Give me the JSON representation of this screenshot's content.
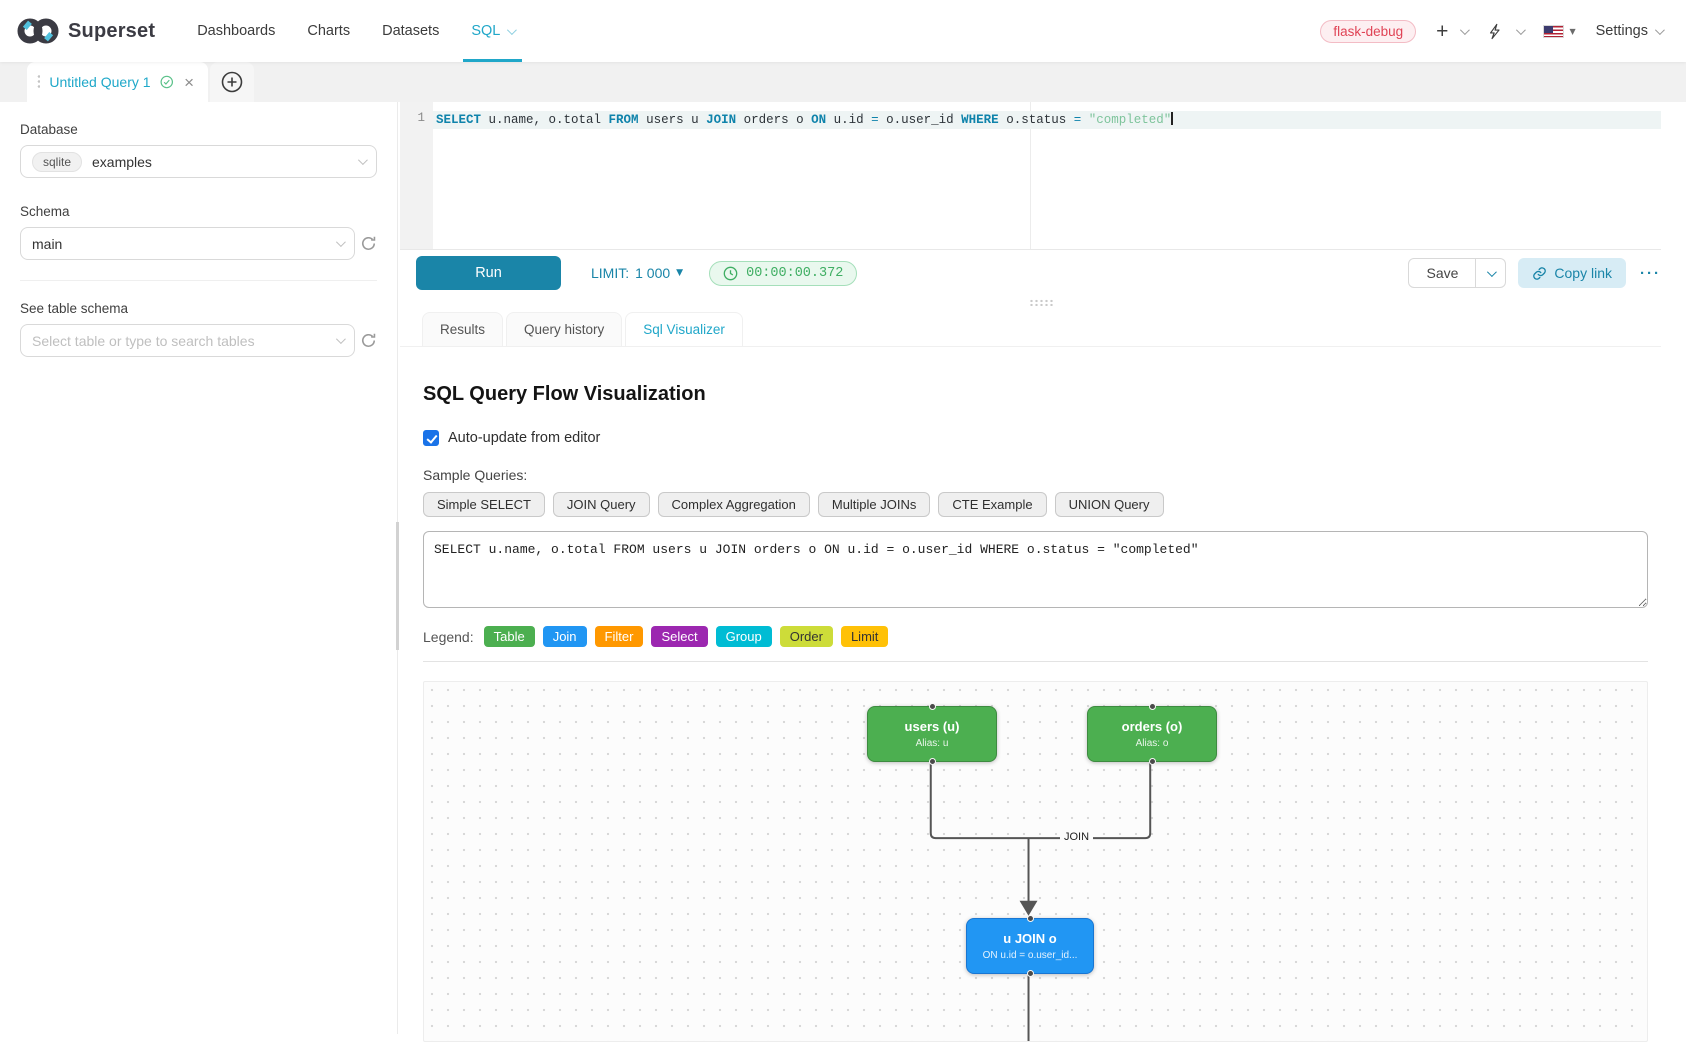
{
  "navbar": {
    "brand": "Superset",
    "items": [
      {
        "label": "Dashboards",
        "active": false
      },
      {
        "label": "Charts",
        "active": false
      },
      {
        "label": "Datasets",
        "active": false
      },
      {
        "label": "SQL",
        "active": true
      }
    ],
    "environment_tag": "flask-debug",
    "settings_label": "Settings"
  },
  "query_tabs": {
    "active_tab_title": "Untitled Query 1"
  },
  "sidebar": {
    "database_label": "Database",
    "database_engine": "sqlite",
    "database_name": "examples",
    "schema_label": "Schema",
    "schema_value": "main",
    "table_schema_label": "See table schema",
    "table_placeholder": "Select table or type to search tables"
  },
  "editor": {
    "line_number": "1",
    "tokens": [
      {
        "text": "SELECT",
        "type": "keyword"
      },
      {
        "text": " u.name, o.total ",
        "type": "plain"
      },
      {
        "text": "FROM",
        "type": "keyword"
      },
      {
        "text": " users u ",
        "type": "plain"
      },
      {
        "text": "JOIN",
        "type": "keyword"
      },
      {
        "text": " orders o ",
        "type": "plain"
      },
      {
        "text": "ON",
        "type": "keyword"
      },
      {
        "text": " u.id ",
        "type": "plain"
      },
      {
        "text": "=",
        "type": "operator"
      },
      {
        "text": " o.user_id ",
        "type": "plain"
      },
      {
        "text": "WHERE",
        "type": "keyword"
      },
      {
        "text": " o.status ",
        "type": "plain"
      },
      {
        "text": "=",
        "type": "operator"
      },
      {
        "text": " ",
        "type": "plain"
      },
      {
        "text": "\"completed\"",
        "type": "string"
      }
    ]
  },
  "toolbar": {
    "run_label": "Run",
    "limit_label": "LIMIT:",
    "limit_value": "1 000",
    "timer": "00:00:00.372",
    "save_label": "Save",
    "copy_link_label": "Copy link",
    "more_label": "···"
  },
  "result_tabs": [
    {
      "label": "Results",
      "active": false
    },
    {
      "label": "Query history",
      "active": false
    },
    {
      "label": "Sql Visualizer",
      "active": true
    }
  ],
  "viz": {
    "title": "SQL Query Flow Visualization",
    "auto_update_label": "Auto-update from editor",
    "auto_update_checked": true,
    "sample_queries_label": "Sample Queries:",
    "sample_buttons": [
      "Simple SELECT",
      "JOIN Query",
      "Complex Aggregation",
      "Multiple JOINs",
      "CTE Example",
      "UNION Query"
    ],
    "query_text": "SELECT u.name, o.total FROM users u JOIN orders o ON u.id = o.user_id WHERE o.status = \"completed\"",
    "legend_label": "Legend:",
    "legend_chips": [
      {
        "label": "Table",
        "color": "#4CAF50",
        "text_color": "#ffffff"
      },
      {
        "label": "Join",
        "color": "#2196F3",
        "text_color": "#ffffff"
      },
      {
        "label": "Filter",
        "color": "#FF9800",
        "text_color": "#ffffff"
      },
      {
        "label": "Select",
        "color": "#9C27B0",
        "text_color": "#ffffff"
      },
      {
        "label": "Group",
        "color": "#00BCD4",
        "text_color": "#ffffff"
      },
      {
        "label": "Order",
        "color": "#CDDC39",
        "text_color": "#333333"
      },
      {
        "label": "Limit",
        "color": "#FFC107",
        "text_color": "#333333"
      }
    ],
    "flow": {
      "nodes": [
        {
          "id": "users",
          "title": "users (u)",
          "subtitle": "Alias: u",
          "type": "table"
        },
        {
          "id": "orders",
          "title": "orders (o)",
          "subtitle": "Alias: o",
          "type": "table"
        },
        {
          "id": "join",
          "title": "u JOIN o",
          "subtitle": "ON u.id = o.user_id...",
          "type": "join"
        }
      ],
      "edge_label": "JOIN"
    }
  },
  "colors": {
    "brand_primary": "#20a7c9",
    "run_button": "#1a85a8",
    "timer_green": "#3fae63",
    "env_badge_red": "#e04355",
    "keyword": "#0f83ab",
    "string": "#7ec49c"
  }
}
